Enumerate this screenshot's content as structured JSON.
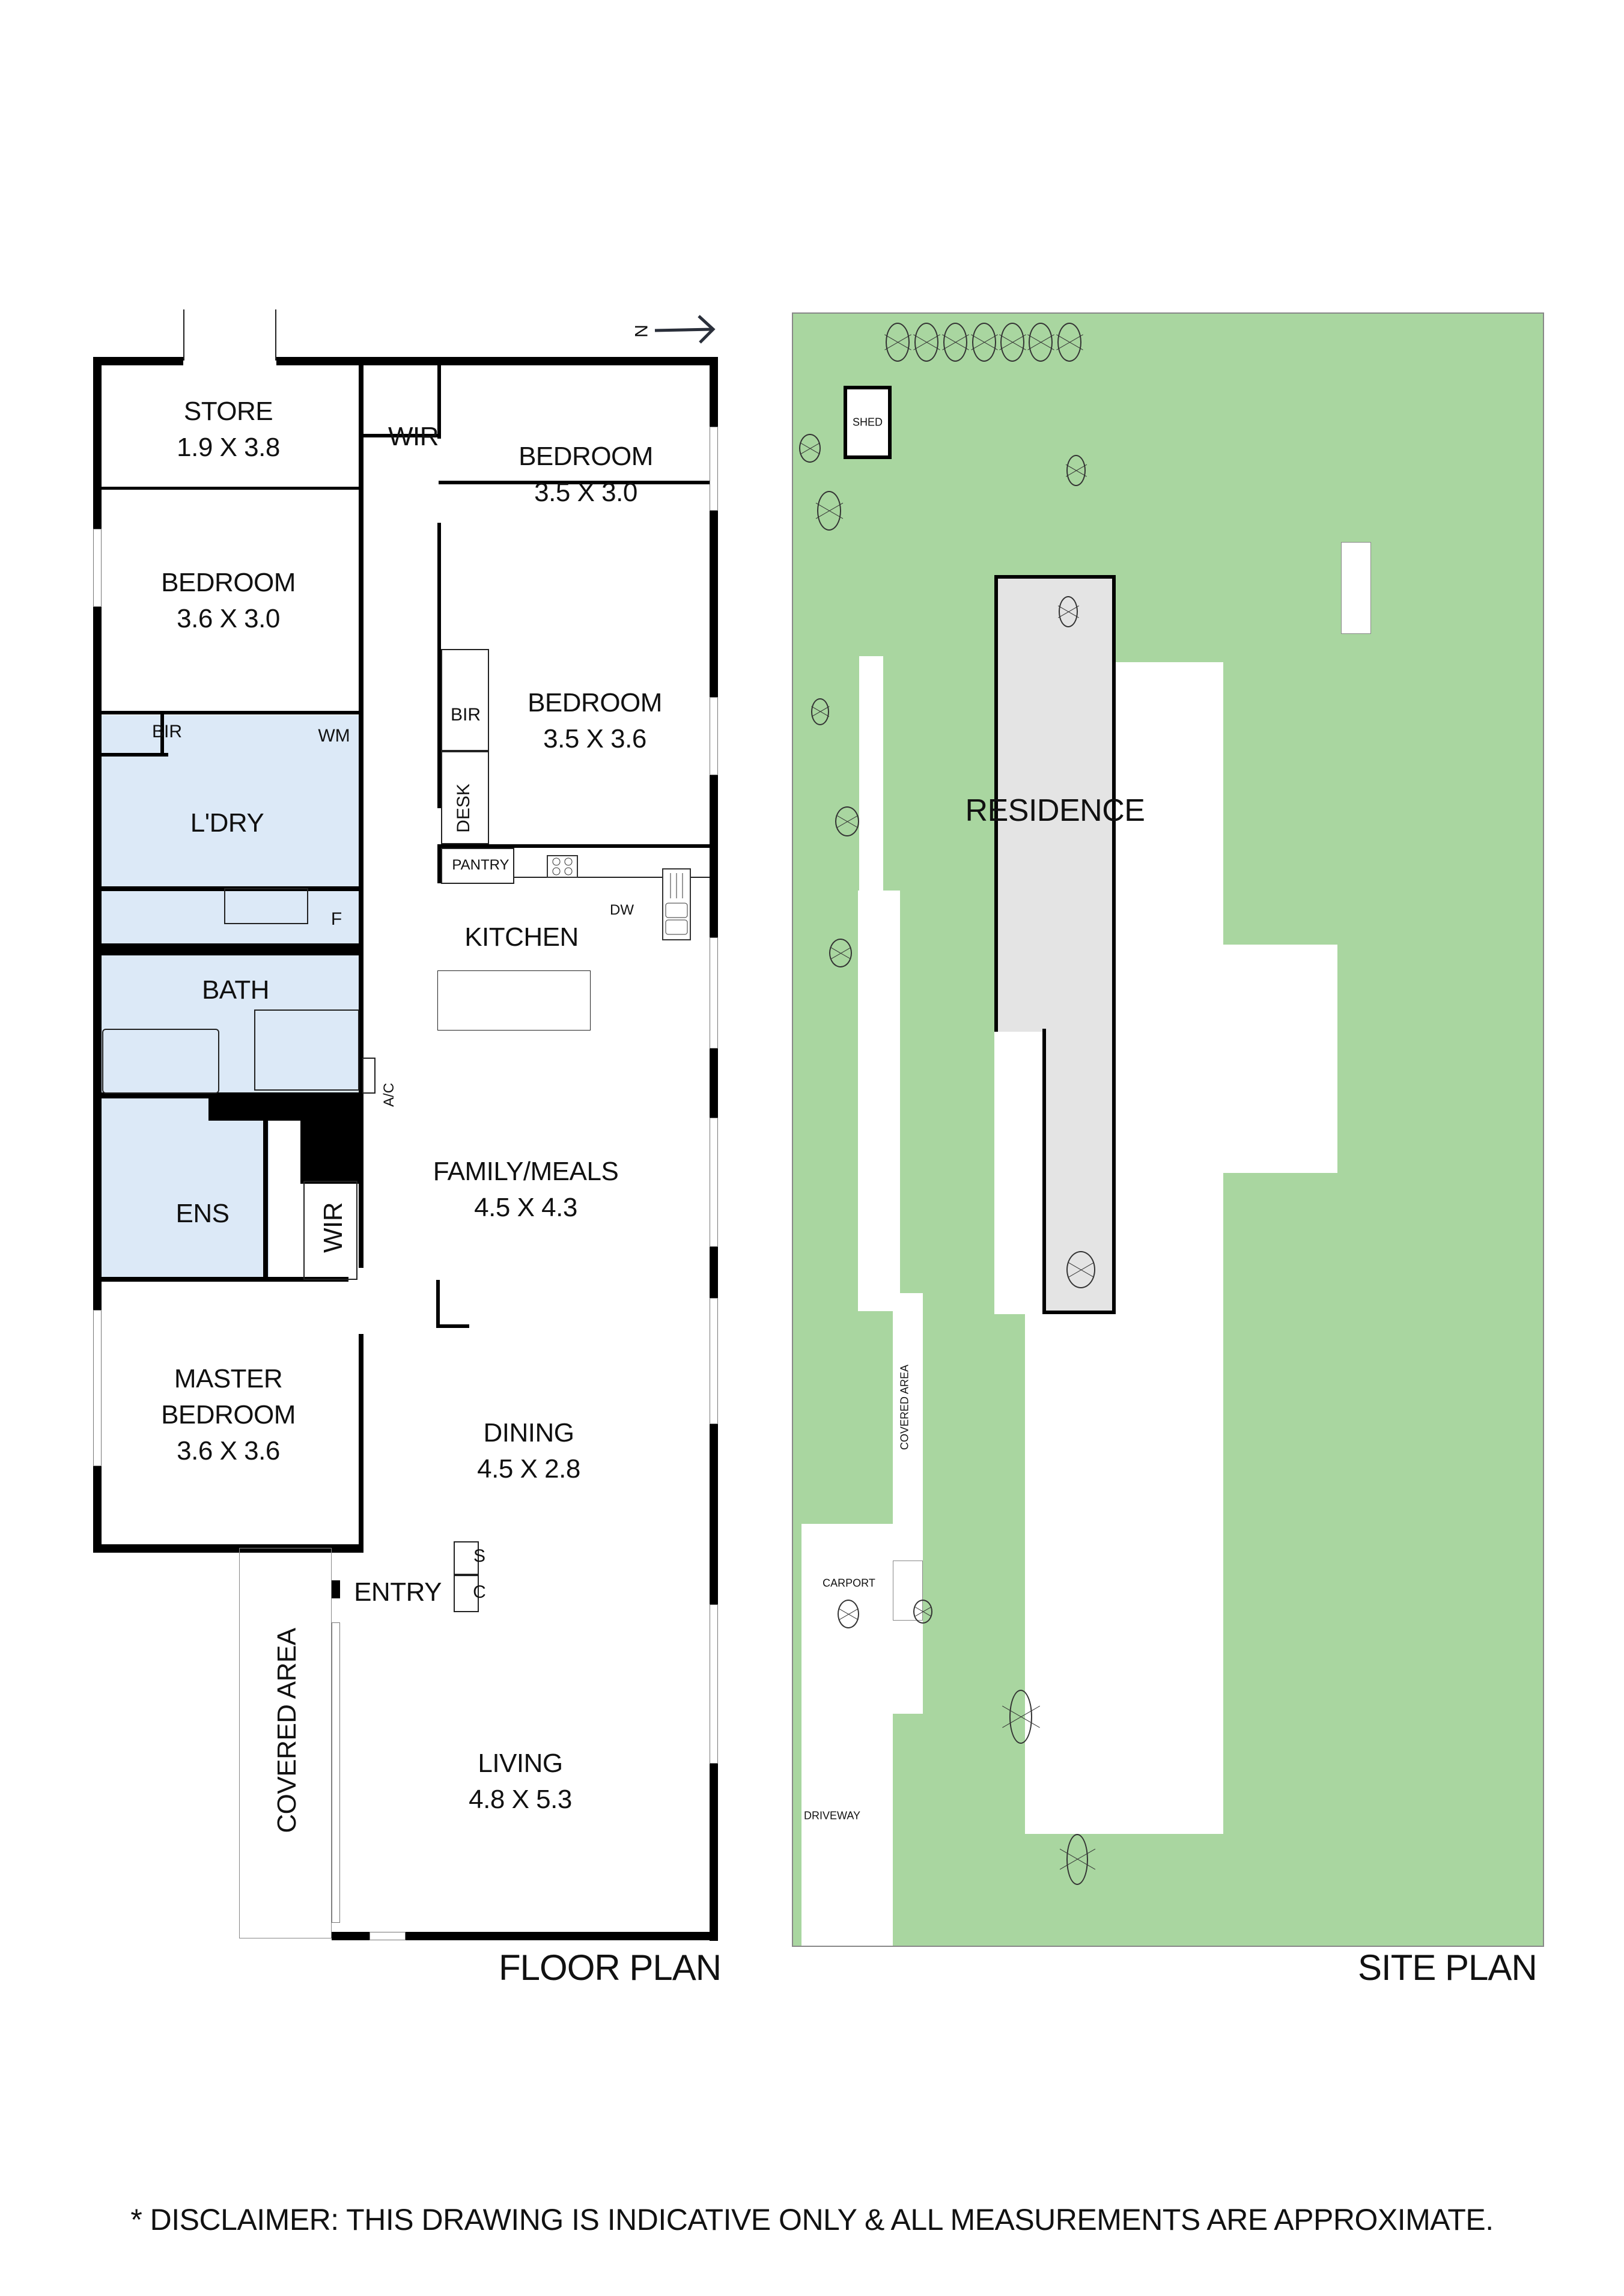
{
  "compass": {
    "label": "N",
    "icon": "north-arrow-icon"
  },
  "floor_plan": {
    "title": "FLOOR PLAN",
    "rooms": {
      "store": {
        "name": "STORE",
        "size": "1.9 X 3.8"
      },
      "wir_top": {
        "name": "WIR"
      },
      "bedroom_ne": {
        "name": "BEDROOM",
        "size": "3.5 X 3.0"
      },
      "bedroom_nw": {
        "name": "BEDROOM",
        "size": "3.6 X 3.0"
      },
      "bedroom_e": {
        "name": "BEDROOM",
        "size": "3.5 X 3.6"
      },
      "bir_w": {
        "name": "BIR"
      },
      "wm": {
        "name": "WM"
      },
      "bir_e": {
        "name": "BIR"
      },
      "desk": {
        "name": "DESK"
      },
      "laundry": {
        "name": "L'DRY"
      },
      "pantry": {
        "name": "PANTRY"
      },
      "dw": {
        "name": "DW"
      },
      "kitchen": {
        "name": "KITCHEN"
      },
      "fridge": {
        "name": "F"
      },
      "bath": {
        "name": "BATH"
      },
      "ac": {
        "name": "A/C"
      },
      "family": {
        "name": "FAMILY/MEALS",
        "size": "4.5 X 4.3"
      },
      "ensuite": {
        "name": "ENS"
      },
      "wir_master": {
        "name": "WIR"
      },
      "master": {
        "name": "MASTER BEDROOM",
        "line1": "MASTER",
        "line2": "BEDROOM",
        "size": "3.6 X 3.6"
      },
      "dining": {
        "name": "DINING",
        "size": "4.5 X 2.8"
      },
      "s_cupboard": {
        "name": "S"
      },
      "c_cupboard": {
        "name": "C"
      },
      "entry": {
        "name": "ENTRY"
      },
      "covered": {
        "name": "COVERED AREA"
      },
      "living": {
        "name": "LIVING",
        "size": "4.8 X 5.3"
      }
    }
  },
  "site_plan": {
    "title": "SITE PLAN",
    "labels": {
      "shed": "SHED",
      "residence": "RESIDENCE",
      "covered": "COVERED AREA",
      "carport": "CARPORT",
      "driveway": "DRIVEWAY"
    },
    "colors": {
      "lawn": "#a9d6a0",
      "residence": "#e4e4e4",
      "paved": "#ffffff"
    }
  },
  "colors": {
    "wet_area": "#dce9f7",
    "wall": "#000000"
  },
  "disclaimer": "* DISCLAIMER: THIS DRAWING IS INDICATIVE ONLY & ALL MEASUREMENTS ARE APPROXIMATE."
}
